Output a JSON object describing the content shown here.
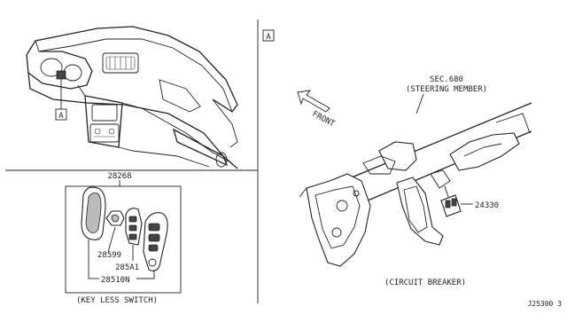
{
  "labels": {
    "ref_a_dash": "A",
    "ref_a_panel": "A",
    "keyless_parent": "28268",
    "keyless_part_1": "28599",
    "keyless_part_2": "285A1",
    "keyless_assy": "28510N",
    "keyless_caption": "(KEY LESS SWITCH)",
    "sec_ref": "SEC.680",
    "steering_member": "(STEERING MEMBER)",
    "front": "FRONT",
    "breaker_part": "24330",
    "breaker_caption": "(CIRCUIT BREAKER)",
    "diagram_code": "J25300 3"
  }
}
